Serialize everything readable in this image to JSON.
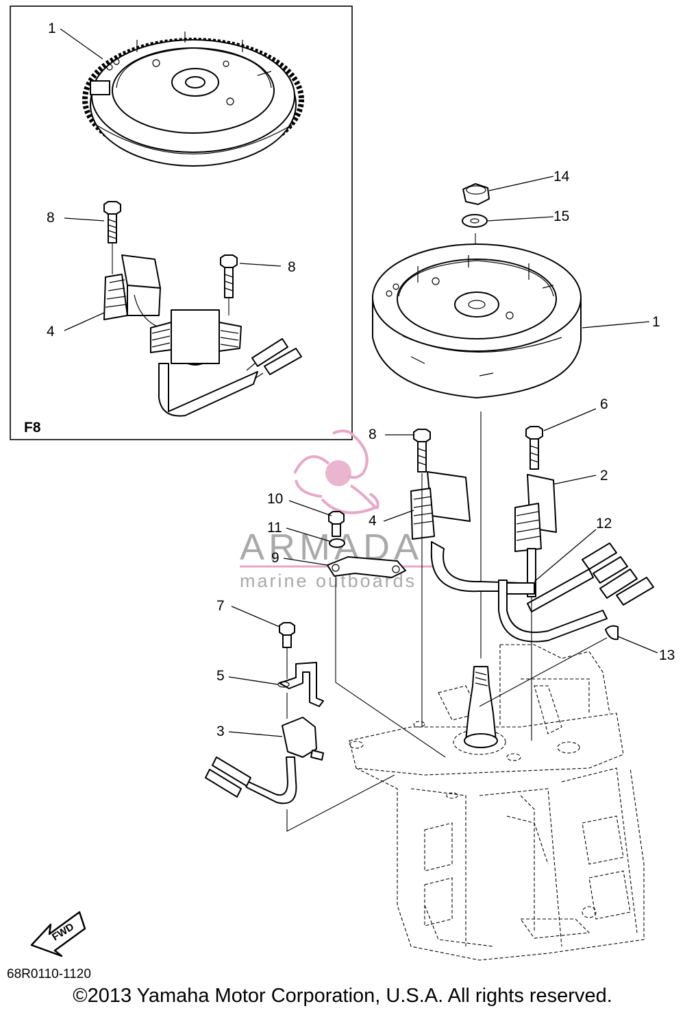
{
  "callouts": {
    "inset_1": "1",
    "inset_8a": "8",
    "inset_8b": "8",
    "inset_4": "4",
    "main_14": "14",
    "main_15": "15",
    "main_1": "1",
    "main_6": "6",
    "main_8": "8",
    "main_2": "2",
    "main_10": "10",
    "main_4": "4",
    "main_12": "12",
    "main_11": "11",
    "main_9": "9",
    "main_7": "7",
    "main_13": "13",
    "main_5": "5",
    "main_3": "3"
  },
  "inset_label": "F8",
  "watermark": {
    "brand": "ARMADA",
    "tagline": "marine outboards",
    "brand_color": "#e6a8c6",
    "text_color": "#8d8d8d"
  },
  "fwd_label": "FWD",
  "part_code": "68R0110-1120",
  "copyright": "©2013 Yamaha Motor Corporation, U.S.A. All rights reserved."
}
